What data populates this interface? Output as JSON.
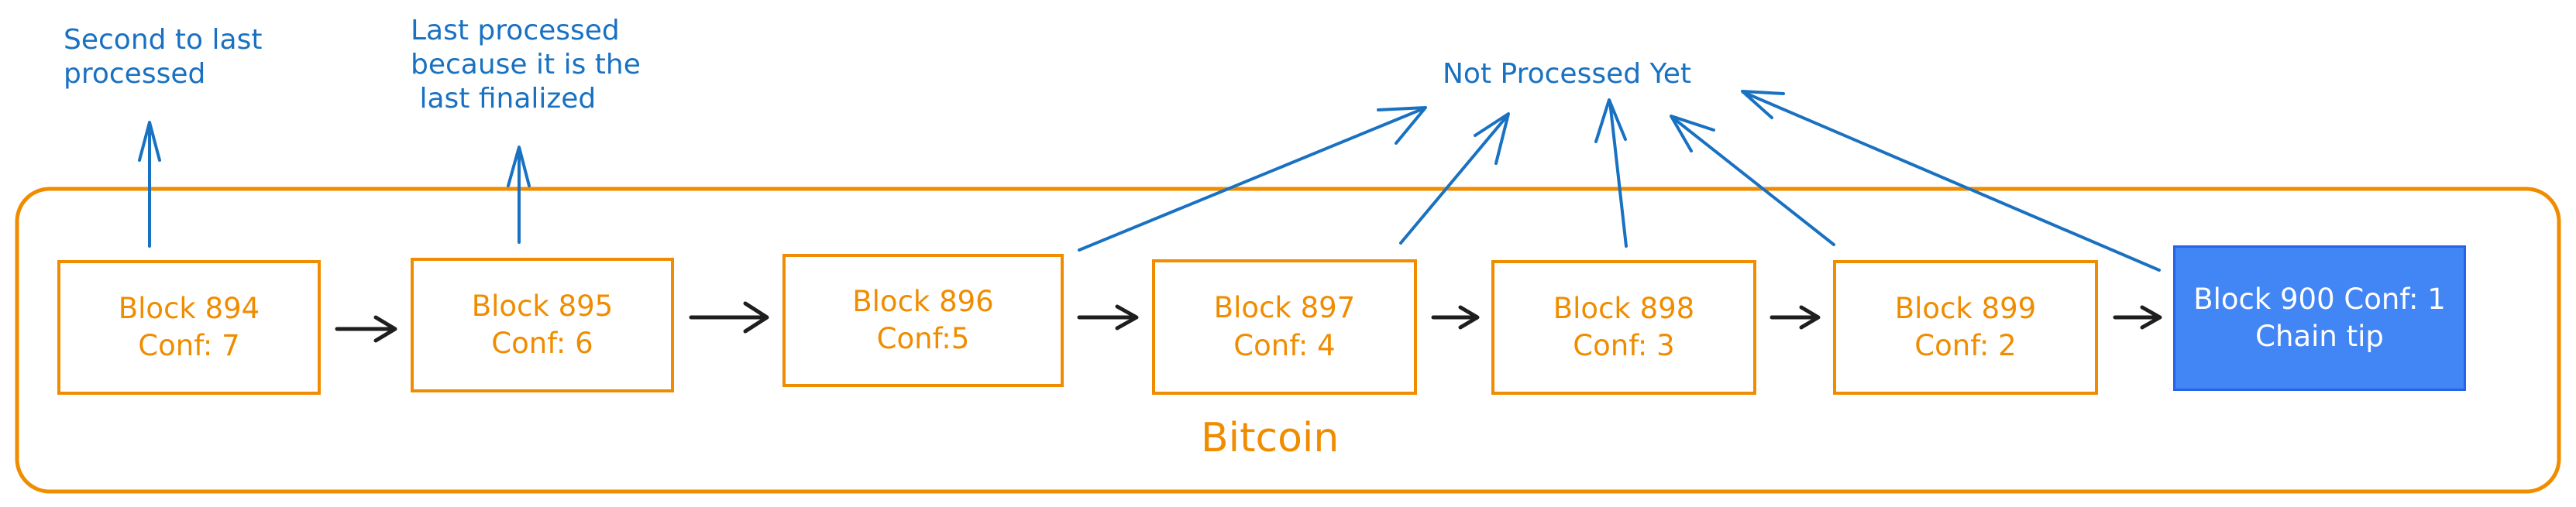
{
  "colors": {
    "orange": "#f08c00",
    "blue_text": "#1971c2",
    "tip_fill": "#4285f4",
    "arrow_dark": "#1e1e1e"
  },
  "container": {
    "label": "Bitcoin"
  },
  "blocks": [
    {
      "title": "Block 894",
      "conf": "Conf: 7"
    },
    {
      "title": "Block 895",
      "conf": "Conf: 6"
    },
    {
      "title": "Block 896",
      "conf": "Conf:5"
    },
    {
      "title": "Block 897",
      "conf": "Conf: 4"
    },
    {
      "title": "Block 898",
      "conf": "Conf: 3"
    },
    {
      "title": "Block 899",
      "conf": "Conf: 2"
    },
    {
      "title": "Block 900 Conf: 1",
      "conf": "Chain tip"
    }
  ],
  "annotations": {
    "second_to_last": [
      "Second to last",
      "processed"
    ],
    "last_processed": [
      "Last processed",
      "because it is the",
      " last finalized"
    ],
    "not_processed": "Not Processed Yet"
  }
}
